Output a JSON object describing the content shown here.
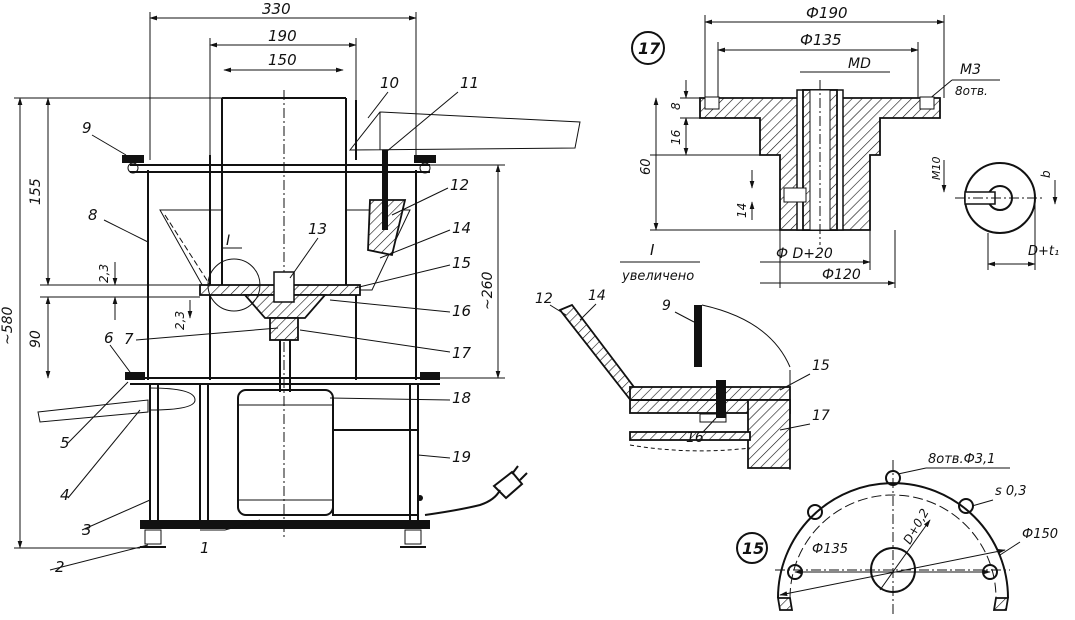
{
  "main_view": {
    "dims": {
      "width_330": "330",
      "width_190": "190",
      "width_150": "150",
      "height_155": "155",
      "gap_2_3_a": "2,3",
      "gap_2_3_b": "2,3",
      "height_90": "90",
      "height_580": "~580",
      "height_260": "~260",
      "detail_mark": "I"
    },
    "callouts": [
      "1",
      "2",
      "3",
      "4",
      "5",
      "6",
      "7",
      "8",
      "9",
      "10",
      "11",
      "12",
      "13",
      "14",
      "15",
      "16",
      "17",
      "18",
      "19"
    ]
  },
  "part17": {
    "badge": "17",
    "dims": {
      "d190": "Ф190",
      "d135": "Ф135",
      "md": "MD",
      "m3": "M3",
      "holes": "8отв.",
      "h8": "8",
      "h16": "16",
      "h60": "60",
      "h14": "14",
      "dD20": "Ф D+20",
      "d120": "Ф120",
      "m10": "M10",
      "b": "b",
      "dt": "D+t₁"
    }
  },
  "detail_I": {
    "title": "I",
    "subtitle": "увеличено",
    "callouts": {
      "c12": "12",
      "c14": "14",
      "c9": "9",
      "c15": "15",
      "c16": "16",
      "c17": "17"
    }
  },
  "part15": {
    "badge": "15",
    "dims": {
      "holes": "8отв.Ф3,1",
      "s": "s 0,3",
      "dD02": "D+0,2",
      "d135": "Ф135",
      "d150": "Ф150"
    }
  }
}
